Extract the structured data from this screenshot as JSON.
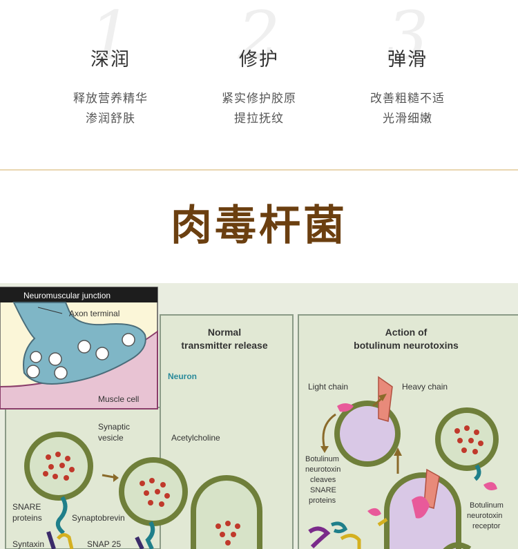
{
  "benefits": [
    {
      "number": "1",
      "title": "深润",
      "line1": "释放营养精华",
      "line2": "渗润舒肤"
    },
    {
      "number": "2",
      "title": "修护",
      "line1": "紧实修护胶原",
      "line2": "提拉抚纹"
    },
    {
      "number": "3",
      "title": "弹滑",
      "line1": "改善粗糙不适",
      "line2": "光滑细嫩"
    }
  ],
  "section_title": "肉毒杆菌",
  "figure": {
    "inset_title": "Neuromuscular junction",
    "axon_terminal": "Axon terminal",
    "muscle_cell": "Muscle cell",
    "normal_title_1": "Normal",
    "normal_title_2": "transmitter release",
    "neuron": "Neuron",
    "synaptic_1": "Synaptic",
    "synaptic_2": "vesicle",
    "acetylcholine": "Acetylcholine",
    "snare_1": "SNARE",
    "snare_2": "proteins",
    "synaptobrevin": "Synaptobrevin",
    "syntaxin": "Syntaxin",
    "snap25": "SNAP 25",
    "action_title_1": "Action of",
    "action_title_2": "botulinum neurotoxins",
    "light_chain": "Light chain",
    "heavy_chain": "Heavy chain",
    "cleaves_1": "Botulinum",
    "cleaves_2": "neurotoxin",
    "cleaves_3": "cleaves",
    "cleaves_4": "SNARE",
    "cleaves_5": "proteins",
    "receptor_1": "Botulinum",
    "receptor_2": "neurotoxin",
    "receptor_3": "receptor"
  }
}
